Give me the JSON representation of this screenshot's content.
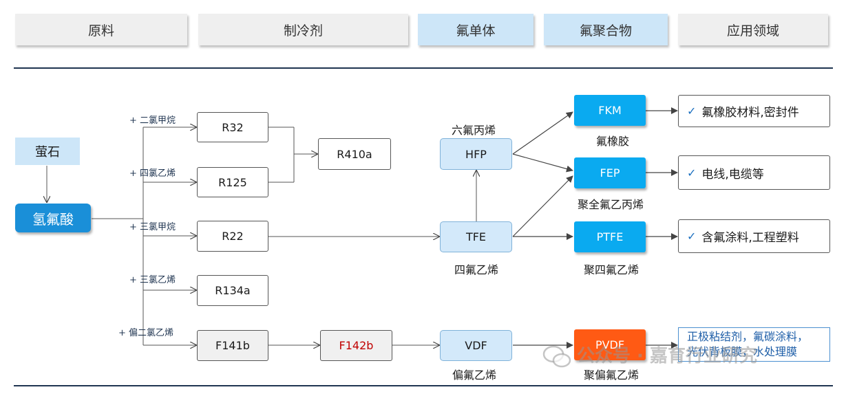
{
  "headers": [
    "原料",
    "制冷剂",
    "氟单体",
    "氟聚合物",
    "应用领域"
  ],
  "nodes": {
    "fluorite": "萤石",
    "hf": "氢氟酸",
    "r32": "R32",
    "r125": "R125",
    "r410a": "R410a",
    "r22": "R22",
    "r134a": "R134a",
    "f141b": "F141b",
    "f142b": "F142b",
    "hfp": "HFP",
    "tfe": "TFE",
    "vdf": "VDF",
    "fkm": "FKM",
    "fep": "FEP",
    "ptfe": "PTFE",
    "pvdf": "PVDF"
  },
  "additives": {
    "r32": "+ 二氯甲烷",
    "r125": "+ 四氯乙烯",
    "r22": "+ 三氯甲烷",
    "r134a": "+ 三氯乙烯",
    "f141b": "+ 偏二氯乙烯"
  },
  "labels": {
    "hfp": "六氟丙烯",
    "tfe": "四氟乙烯",
    "vdf": "偏氟乙烯",
    "fkm": "氟橡胶",
    "fep": "聚全氟乙丙烯",
    "ptfe": "聚四氟乙烯",
    "pvdf": "聚偏氟乙烯"
  },
  "applications": {
    "fkm": "氟橡胶材料,密封件",
    "fep": "电线,电缆等",
    "ptfe": "含氟涂料,工程塑料",
    "pvdf_line1": "正极粘结剂，氟碳涂料，",
    "pvdf_line2": "光伏背板膜，水处理膜"
  },
  "watermark": "公众号 · 嘉育行业研究",
  "colors": {
    "header_gray": "#efefef",
    "header_blue": "#cde6f8",
    "monomer": "#d3e9fa",
    "polymer": "#0aaaf0",
    "pvdf": "#ff5a14",
    "hf": "#1a8fd8",
    "f142b_text": "#c00000",
    "check": "#1a6fbf",
    "pvdf_app_text": "#1f5fa8"
  }
}
